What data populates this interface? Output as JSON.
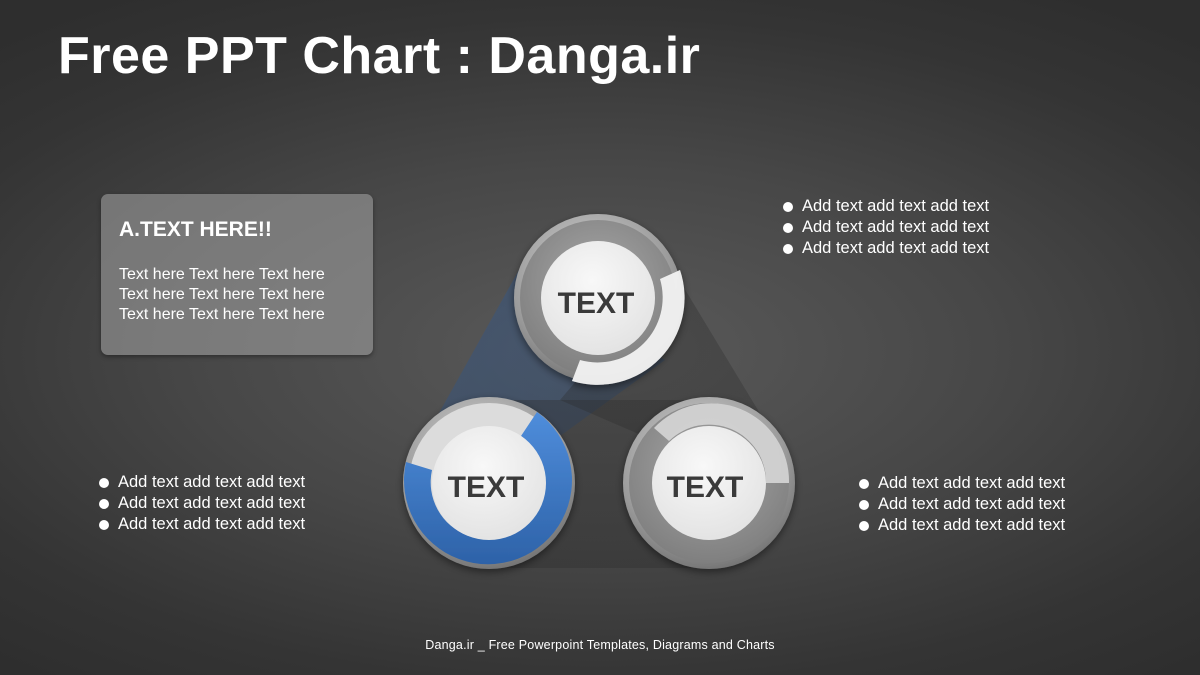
{
  "title": "Free PPT Chart : Danga.ir",
  "card": {
    "heading": "A.TEXT HERE!!",
    "lines": [
      "Text here Text here Text here",
      "Text here Text here Text here",
      "Text here Text here Text here"
    ]
  },
  "circles": {
    "top": {
      "label": "TEXT"
    },
    "left": {
      "label": "TEXT"
    },
    "right": {
      "label": "TEXT"
    }
  },
  "lists": {
    "top_right": [
      "Add text add text add text",
      "Add text add text add text",
      "Add text add text add text"
    ],
    "bottom_left": [
      "Add text add text add text",
      "Add text add text add text",
      "Add text add text add text"
    ],
    "bottom_right": [
      "Add text add text add text",
      "Add text add text add text",
      "Add text add text add text"
    ]
  },
  "colors": {
    "accent": "#3d7bc9",
    "ring_gray": "#8a8a8a",
    "center_fill": "#efefef",
    "center_text": "#3a3a3a"
  },
  "footer": "Danga.ir _ Free Powerpoint Templates, Diagrams and Charts"
}
